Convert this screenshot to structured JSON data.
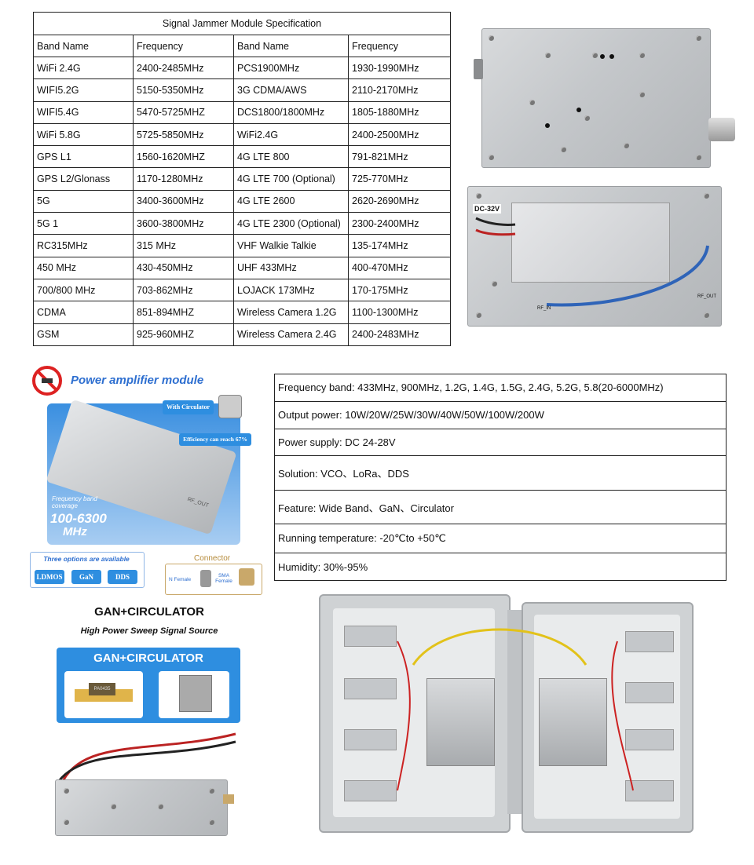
{
  "spec_table": {
    "title": "Signal Jammer Module Specification",
    "headers": [
      "Band Name",
      "Frequency",
      "Band Name",
      "Frequency"
    ],
    "rows": [
      [
        "WiFi 2.4G",
        "2400-2485MHz",
        "PCS1900MHz",
        "1930-1990MHz"
      ],
      [
        "WIFI5.2G",
        "5150-5350MHz",
        "3G CDMA/AWS",
        "2110-2170MHz"
      ],
      [
        "WIFI5.4G",
        "5470-5725MHZ",
        "DCS1800/1800MHz",
        "1805-1880MHz"
      ],
      [
        "WiFi 5.8G",
        "5725-5850MHz",
        "WiFi2.4G",
        "2400-2500MHz"
      ],
      [
        "GPS L1",
        "1560-1620MHZ",
        "4G LTE 800",
        "791-821MHz"
      ],
      [
        "GPS L2/Glonass",
        "1170-1280MHz",
        "4G LTE 700 (Optional)",
        "725-770MHz"
      ],
      [
        "5G",
        "3400-3600MHz",
        "4G LTE 2600",
        "2620-2690MHz"
      ],
      [
        "5G 1",
        "3600-3800MHz",
        "4G LTE 2300 (Optional)",
        "2300-2400MHz"
      ],
      [
        "RC315MHz",
        "315 MHz",
        "VHF Walkie Talkie",
        "135-174MHz"
      ],
      [
        "450 MHz",
        "430-450MHz",
        "UHF 433MHz",
        "400-470MHz"
      ],
      [
        "700/800 MHz",
        "703-862MHz",
        "LOJACK 173MHz",
        "170-175MHz"
      ],
      [
        "CDMA",
        "851-894MHZ",
        "Wireless Camera 1.2G",
        "1100-1300MHz"
      ],
      [
        "GSM",
        "925-960MHZ",
        "Wireless Camera 2.4G",
        "2400-2483MHz"
      ]
    ]
  },
  "module_photo_2": {
    "dc_label": "DC-32V",
    "rf_out": "RF_OUT",
    "rf_in": "RF_IN"
  },
  "pa_card": {
    "heading": "Power amplifier module",
    "with_circulator": "With Circulator",
    "efficiency": "Efficiency can reach 67%",
    "coverage_label": "Frequency band coverage",
    "coverage_value": "100-6300",
    "coverage_unit": "MHz",
    "rf_out": "RF_OUT",
    "options_title": "Three options are available",
    "options": [
      "LDMOS",
      "GaN",
      "DDS"
    ],
    "connector_title": "Connector",
    "connectors": [
      "N Female",
      "SMA Female"
    ]
  },
  "gan": {
    "title": "GAN+CIRCULATOR",
    "subtitle": "High Power Sweep Signal Source",
    "banner": "GAN+CIRCULATOR",
    "chip_label": "PA0435"
  },
  "feature_table": {
    "rows": [
      "Frequency band: 433MHz, 900MHz, 1.2G, 1.4G, 1.5G, 2.4G, 5.2G, 5.8(20-6000MHz)",
      "Output power: 10W/20W/25W/30W/40W/50W/100W/200W",
      "Power supply: DC 24-28V",
      "Solution: VCO、LoRa、DDS",
      "Feature: Wide Band、GaN、Circulator",
      "Running temperature: -20℃to +50℃",
      "Humidity: 30%-95%"
    ]
  },
  "colors": {
    "accent_blue": "#2e8ee0",
    "heading_blue": "#2e6fd0",
    "metal": "#c4c7ca"
  }
}
